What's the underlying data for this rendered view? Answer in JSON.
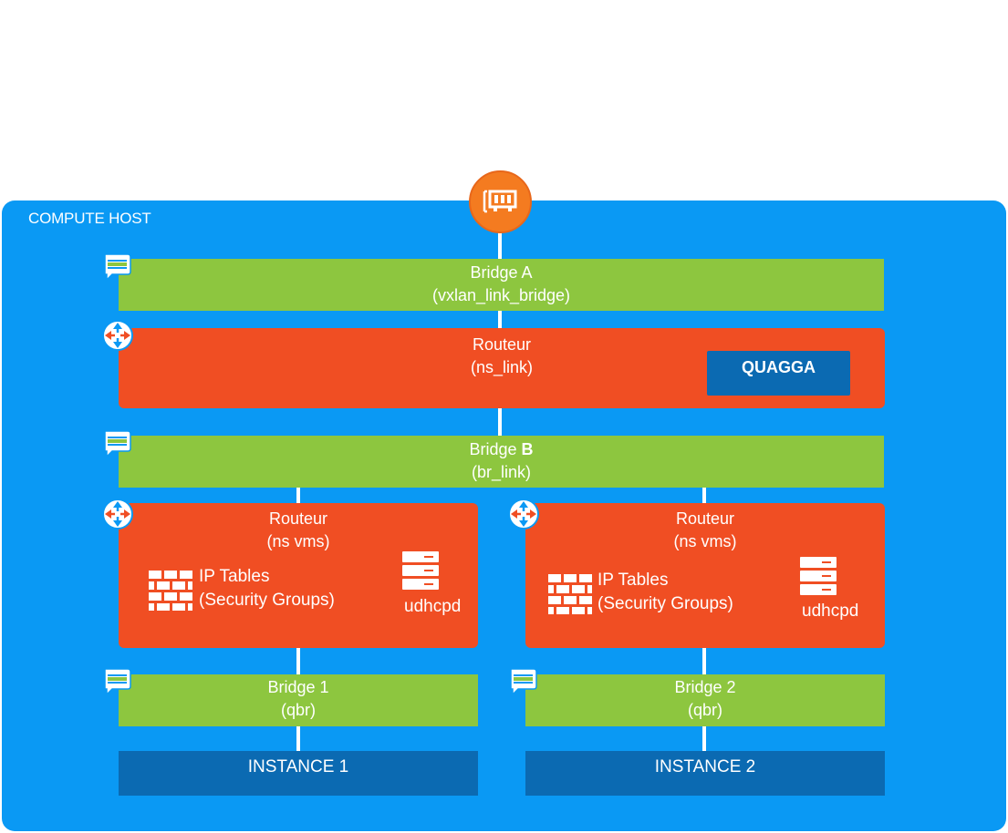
{
  "host": {
    "label": "COMPUTE HOST"
  },
  "bridge_a": {
    "line1": "Bridge A",
    "line2": "(vxlan_link_bridge)"
  },
  "router_link": {
    "line1": "Routeur",
    "line2": "(ns_link)",
    "badge": "QUAGGA"
  },
  "bridge_b": {
    "line1_prefix": "Bridge ",
    "line1_bold": "B",
    "line2": "(br_link)"
  },
  "routers_vm": [
    {
      "line1": "Routeur",
      "line2": "(ns vms)",
      "ip_line1": "IP Tables",
      "ip_line2": "(Security Groups)",
      "dhcp": "udhcpd"
    },
    {
      "line1": "Routeur",
      "line2": "(ns vms)",
      "ip_line1": "IP Tables",
      "ip_line2": "(Security Groups)",
      "dhcp": "udhcpd"
    }
  ],
  "bridges_qbr": [
    {
      "line1": "Bridge 1",
      "line2": "(qbr)"
    },
    {
      "line1": "Bridge 2",
      "line2": "(qbr)"
    }
  ],
  "instances": [
    {
      "label": "INSTANCE 1"
    },
    {
      "label": "INSTANCE 2"
    }
  ],
  "icons": {
    "nic": "network-card-icon",
    "bridge": "bridge-icon",
    "router": "router-icon",
    "firewall": "firewall-icon",
    "server": "server-icon"
  },
  "colors": {
    "host": "#0a99f4",
    "bridge": "#8dc63f",
    "router": "#f04e23",
    "dark_blue": "#0b6ab2",
    "nic": "#f47b20"
  }
}
